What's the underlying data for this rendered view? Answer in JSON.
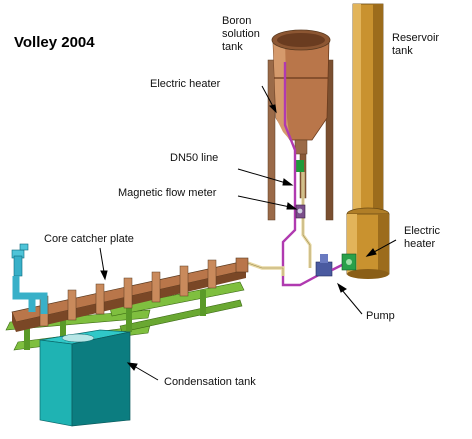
{
  "title": "Volley 2004",
  "labels": {
    "boron_tank_1": "Boron",
    "boron_tank_2": "solution",
    "boron_tank_3": "tank",
    "reservoir_1": "Reservoir",
    "reservoir_2": "tank",
    "electric_heater_top": "Electric heater",
    "dn50_line": "DN50 line",
    "magnetic_flow_meter": "Magnetic flow meter",
    "core_catcher_plate": "Core catcher plate",
    "electric_heater_right_1": "Electric",
    "electric_heater_right_2": "heater",
    "pump": "Pump",
    "condensation_tank": "Condensation tank"
  },
  "colors": {
    "copper": "#b9764a",
    "copper_dark": "#7a4726",
    "reservoir": "#c9922f",
    "teal": "#1fb3b3",
    "teal_dark": "#0c7d80",
    "green_frame": "#7fbf3f",
    "magenta": "#b03ab0",
    "pale_pipe": "#e8d9a3"
  }
}
